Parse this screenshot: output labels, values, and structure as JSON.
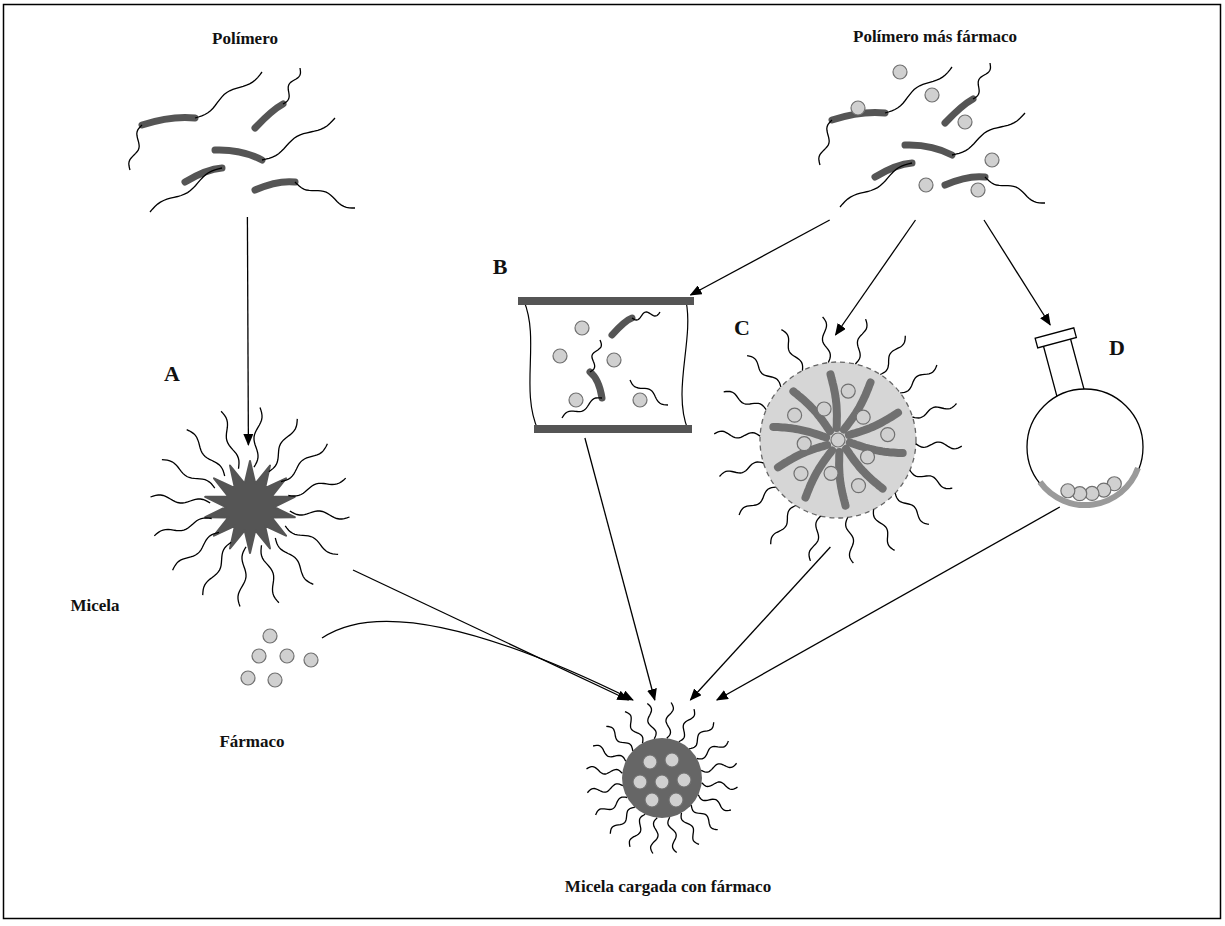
{
  "diagram": {
    "nodes": [
      {
        "text": [
          "Polímero"
        ]
      },
      {
        "text": [
          "Polímero más fármaco"
        ]
      },
      {
        "text": [
          "A",
          "Micela"
        ]
      },
      {
        "text": [
          "B"
        ]
      },
      {
        "text": [
          "C"
        ]
      },
      {
        "text": [
          "D"
        ]
      },
      {
        "text": [
          "Fármaco"
        ]
      },
      {
        "text": [
          "Micela cargada con fármaco"
        ]
      }
    ],
    "edges": [
      {
        "from": 0,
        "to": 2,
        "arrow": "to"
      },
      {
        "from": 1,
        "to": 3,
        "arrow": "to"
      },
      {
        "from": 1,
        "to": 4,
        "arrow": "to"
      },
      {
        "from": 1,
        "to": 5,
        "arrow": "to"
      },
      {
        "from": 2,
        "to": 7,
        "arrow": "to"
      },
      {
        "from": 6,
        "to": 7,
        "arrow": "to"
      },
      {
        "from": 3,
        "to": 7,
        "arrow": "to"
      },
      {
        "from": 4,
        "to": 7,
        "arrow": "to"
      },
      {
        "from": 5,
        "to": 7,
        "arrow": "to"
      }
    ]
  }
}
